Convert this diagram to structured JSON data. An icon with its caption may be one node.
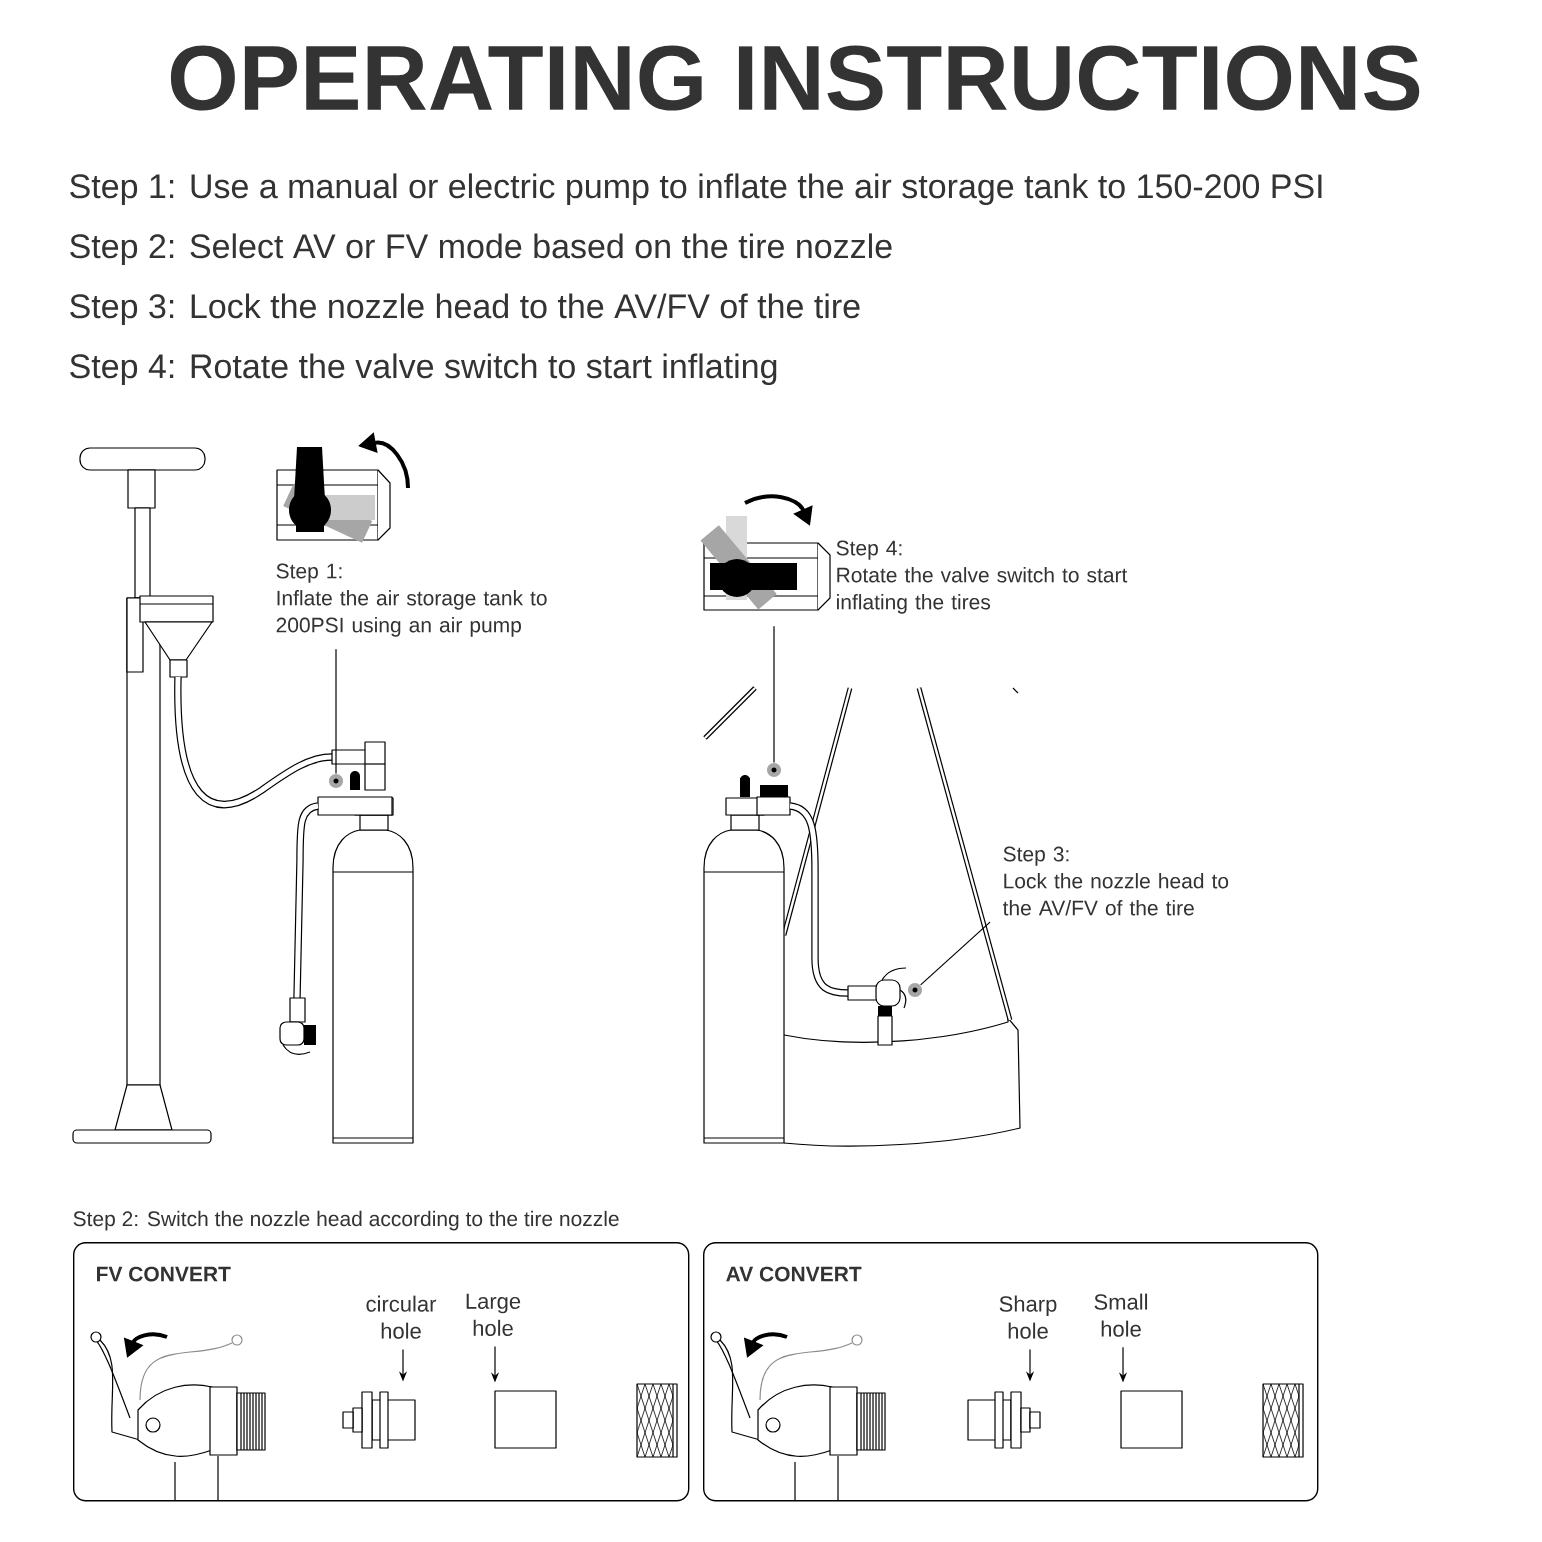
{
  "diagram": {
    "title": "OPERATING INSTRUCTIONS",
    "nodes": [
      {
        "text": [
          "Step 1:",
          "Inflate the air storage tank to 200PSI using an air pump"
        ]
      },
      {
        "text": [],
        "shape": "circle"
      },
      {
        "text": [
          "Step 4:",
          "Rotate the valve switch to start inflating the tires"
        ]
      },
      {
        "text": [],
        "shape": "circle"
      },
      {
        "text": [
          "Step 3:",
          "Lock the nozzle head to the AV/FV of the tire"
        ]
      },
      {
        "text": [],
        "shape": "circle"
      },
      {
        "text": [
          "FV CONVERT"
        ]
      },
      {
        "text": [
          "circular hole"
        ],
        "in": 6
      },
      {
        "text": [],
        "shape": "picture",
        "in": 6
      },
      {
        "text": [
          "Large hole"
        ],
        "in": 6
      },
      {
        "text": [],
        "shape": "box",
        "in": 6
      },
      {
        "text": [
          "AV CONVERT"
        ]
      },
      {
        "text": [
          "Sharp hole"
        ],
        "in": 11
      },
      {
        "text": [],
        "shape": "picture",
        "in": 11
      },
      {
        "text": [
          "Small hole"
        ],
        "in": 11
      },
      {
        "text": [],
        "shape": "box",
        "in": 11
      }
    ],
    "edges": [
      {
        "from": 0,
        "to": 1,
        "arrow": "none"
      },
      {
        "from": 2,
        "to": 3,
        "arrow": "none"
      },
      {
        "from": 4,
        "to": 5,
        "arrow": "none"
      },
      {
        "from": 7,
        "to": 8,
        "arrow": "to"
      },
      {
        "from": 9,
        "to": 10,
        "arrow": "to"
      },
      {
        "from": 12,
        "to": 13,
        "arrow": "to"
      },
      {
        "from": 14,
        "to": 15,
        "arrow": "to"
      }
    ],
    "labels": [
      "Step 1: Use a manual or electric pump to inflate the air storage tank to 150-200 PSI",
      "Step 2: Select AV or FV mode based on the tire nozzle",
      "Step 3: Lock the nozzle head to the AV/FV of the tire",
      "Step 4: Rotate the valve switch to start inflating",
      "Step 2: Switch the nozzle head according to the tire nozzle"
    ]
  }
}
